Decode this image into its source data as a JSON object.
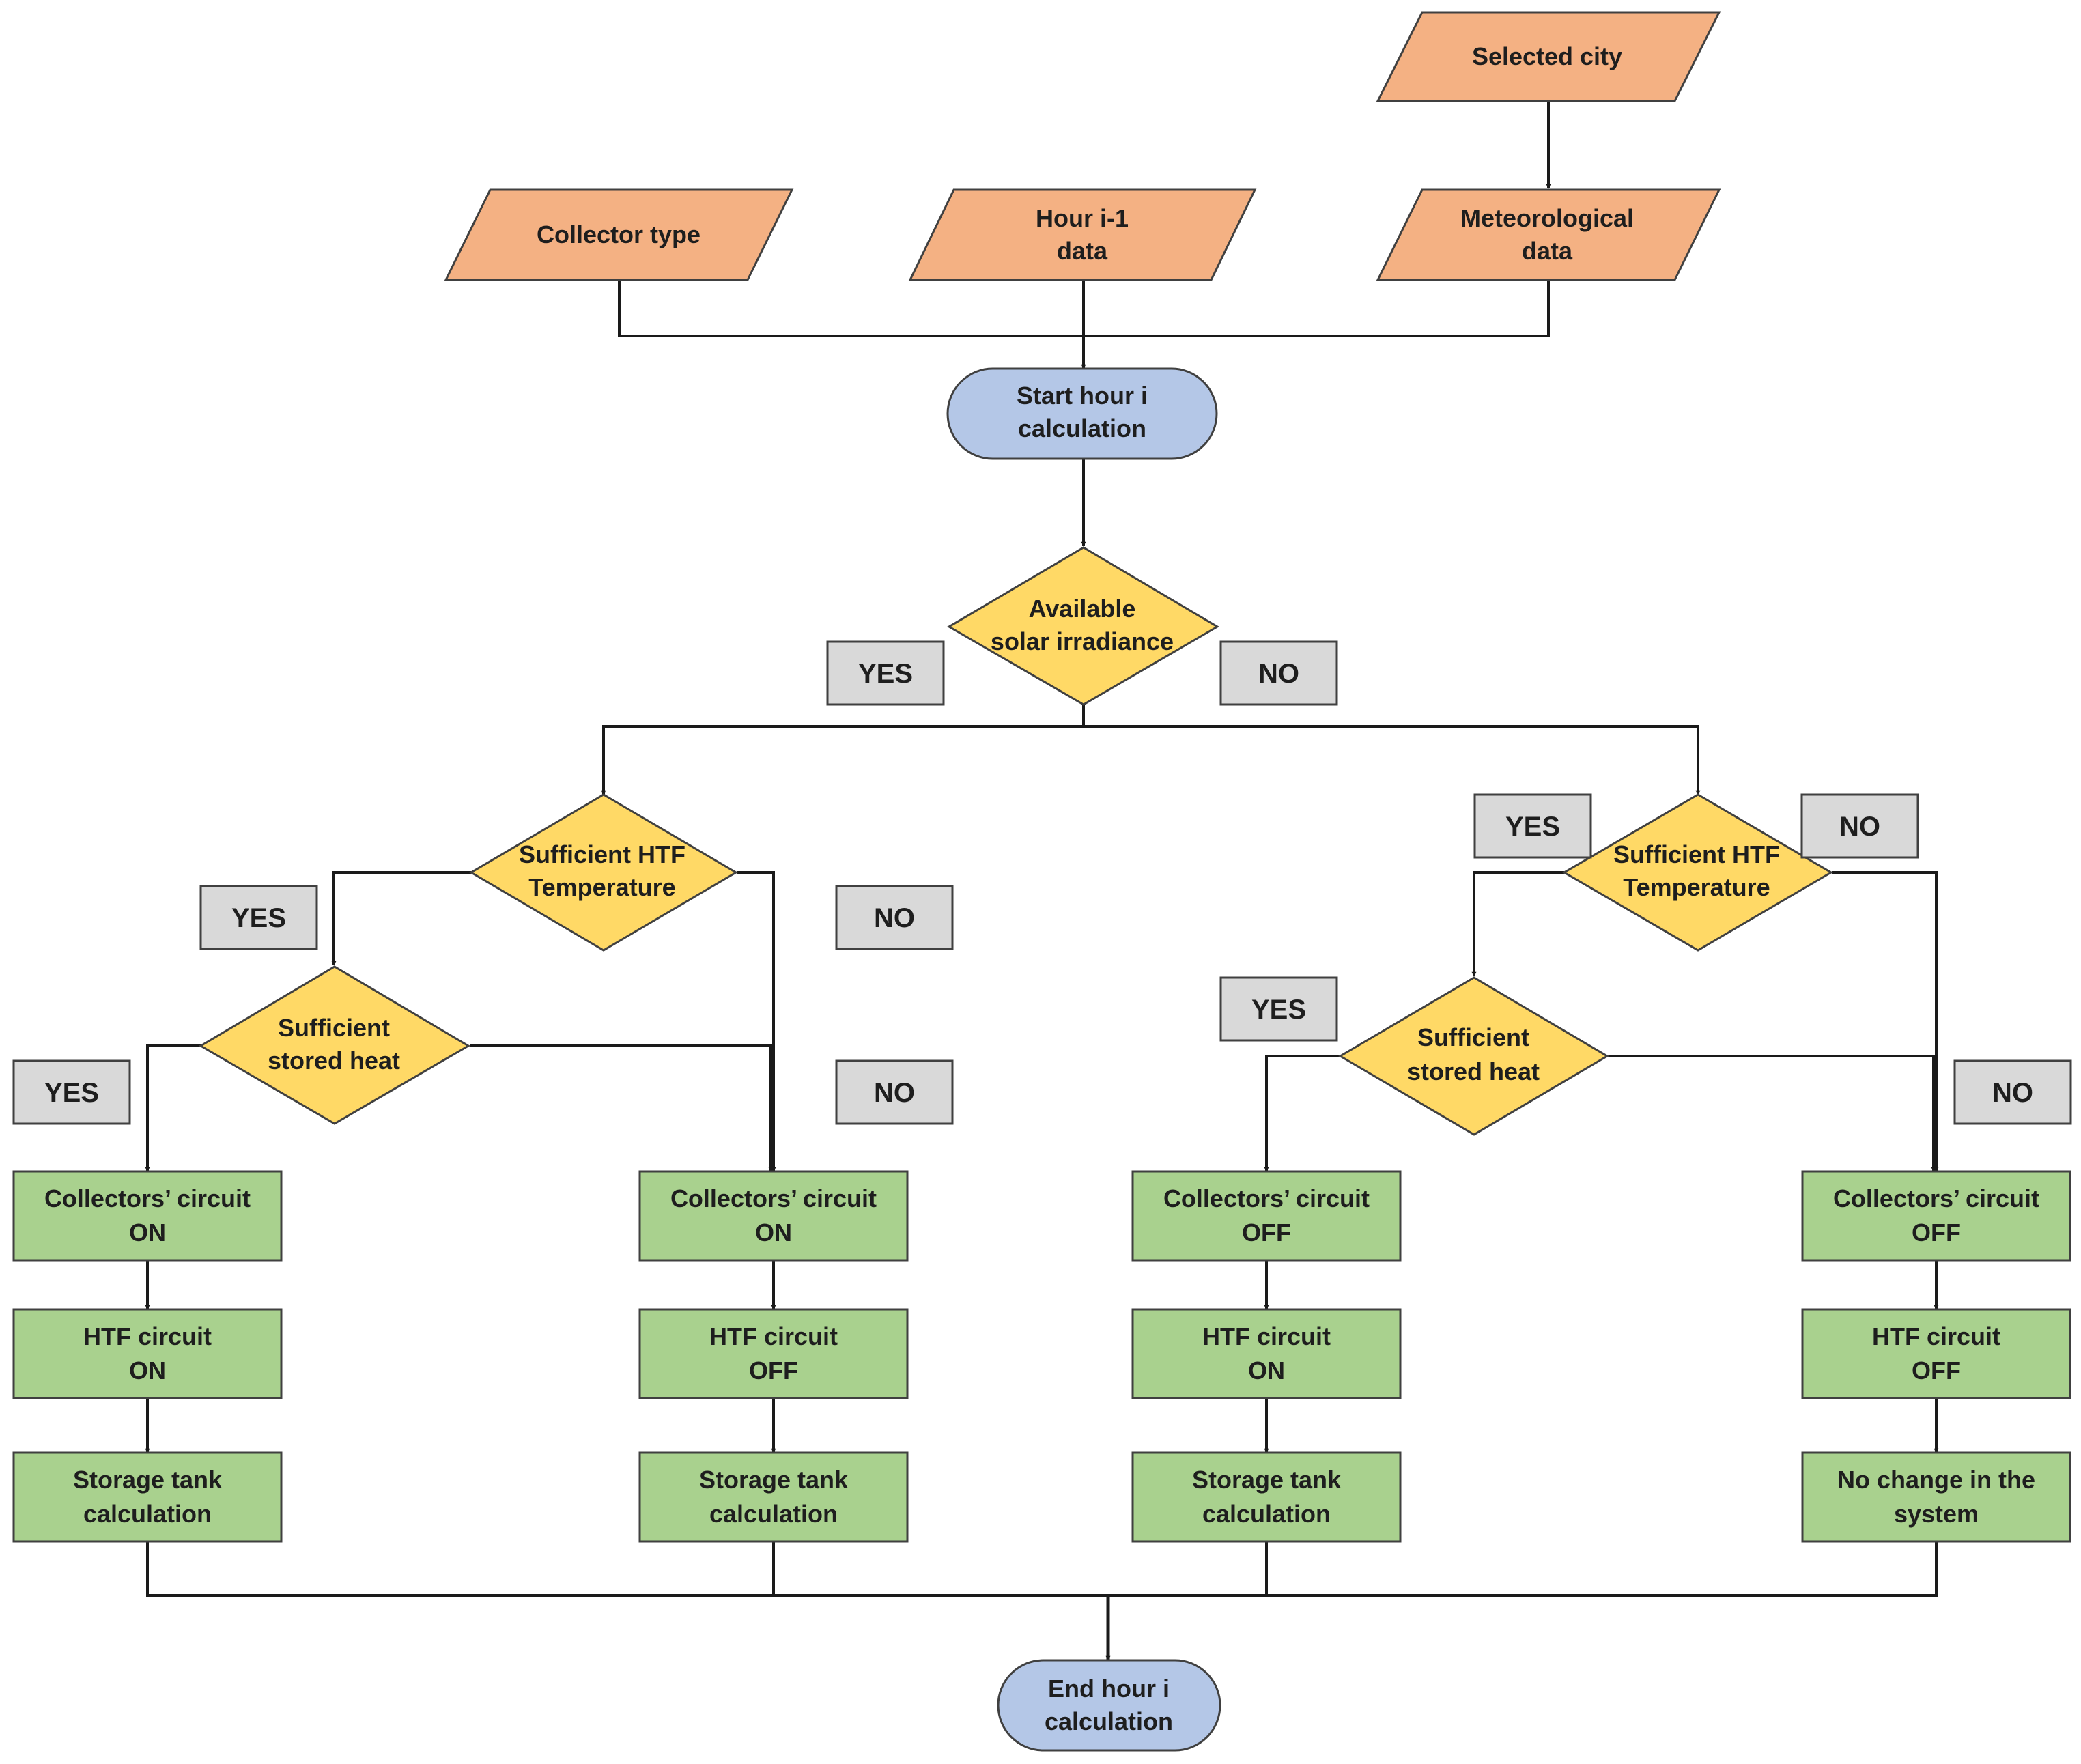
{
  "colors": {
    "input_fill": "#f4b183",
    "terminal_fill": "#b4c7e7",
    "decision_fill": "#ffd966",
    "process_fill": "#a9d18e",
    "badge_fill": "#d9d9d9",
    "stroke": "#404040",
    "connector": "#1a1a1a"
  },
  "inputs": {
    "selected_city": "Selected city",
    "collector_type": "Collector type",
    "hour_data": [
      "Hour i-1",
      "data"
    ],
    "meteo_data": [
      "Meteorological",
      "data"
    ]
  },
  "start": [
    "Start hour i",
    "calculation"
  ],
  "end": [
    "End hour i",
    "calculation"
  ],
  "decisions": {
    "solar": [
      "Available",
      "solar irradiance"
    ],
    "htf_left": [
      "Sufficient HTF",
      "Temperature"
    ],
    "htf_right": [
      "Sufficient HTF",
      "Temperature"
    ],
    "heat_left": [
      "Sufficient",
      "stored heat"
    ],
    "heat_right": [
      "Sufficient",
      "stored heat"
    ]
  },
  "branch_labels": {
    "yes": "YES",
    "no": "NO"
  },
  "columns": [
    {
      "collectors": [
        "Collectors’ circuit",
        "ON"
      ],
      "htf": [
        "HTF circuit",
        "ON"
      ],
      "result": [
        "Storage tank",
        "calculation"
      ]
    },
    {
      "collectors": [
        "Collectors’ circuit",
        "ON"
      ],
      "htf": [
        "HTF circuit",
        "OFF"
      ],
      "result": [
        "Storage tank",
        "calculation"
      ]
    },
    {
      "collectors": [
        "Collectors’ circuit",
        "OFF"
      ],
      "htf": [
        "HTF circuit",
        "ON"
      ],
      "result": [
        "Storage tank",
        "calculation"
      ]
    },
    {
      "collectors": [
        "Collectors’ circuit",
        "OFF"
      ],
      "htf": [
        "HTF circuit",
        "OFF"
      ],
      "result": [
        "No change in the",
        "system"
      ]
    }
  ]
}
